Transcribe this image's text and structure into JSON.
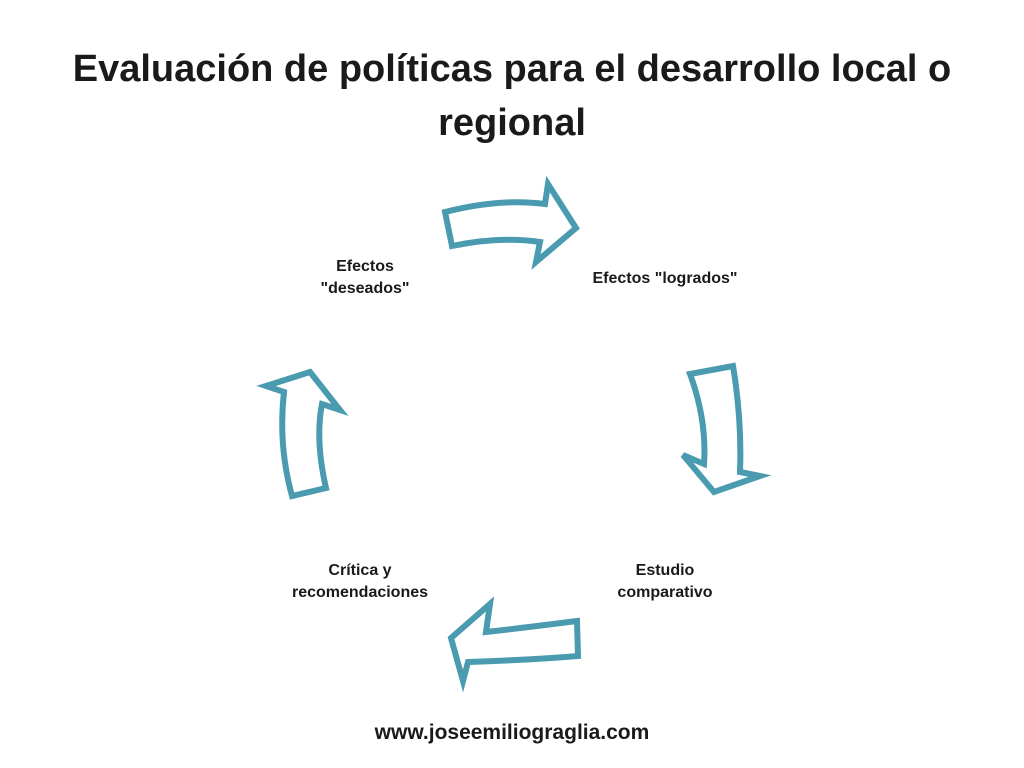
{
  "title": "Evaluación de políticas para el desarrollo local o regional",
  "cycle": {
    "nodes": [
      {
        "id": "deseados",
        "label_line1": "Efectos",
        "label_line2": "\"deseados\""
      },
      {
        "id": "logrados",
        "label": "Efectos \"logrados\""
      },
      {
        "id": "estudio",
        "label_line1": "Estudio",
        "label_line2": "comparativo"
      },
      {
        "id": "critica",
        "label_line1": "Crítica y",
        "label_line2": "recomendaciones"
      }
    ],
    "arrow_color": "#4a9bb0"
  },
  "footer": {
    "url": "www.joseemiliograglia.com"
  }
}
